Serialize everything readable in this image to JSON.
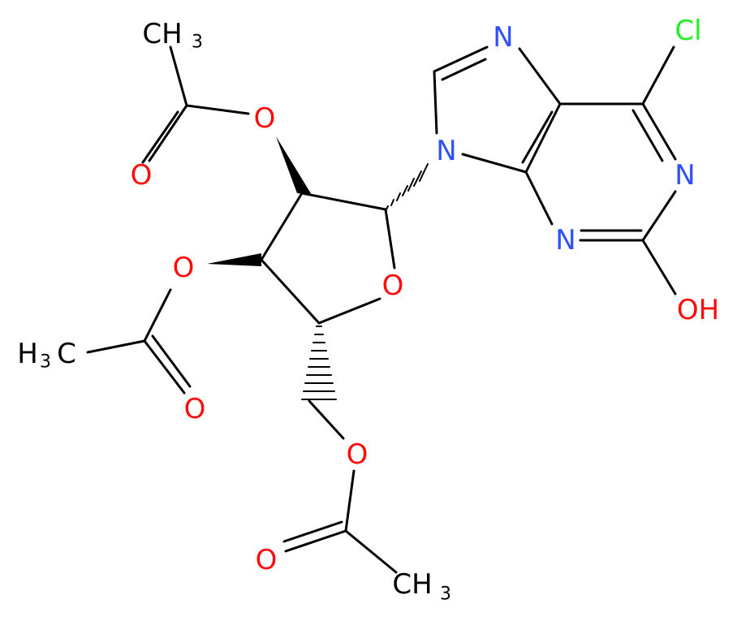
{
  "colors": {
    "bond": "#000000",
    "oxygen": "#ff0d0d",
    "nitrogen": "#3050f8",
    "chlorine": "#1ff01f",
    "carbon": "#000000"
  },
  "atoms": {
    "cl": {
      "text": "Cl",
      "color": "#1ff01f"
    },
    "n1": {
      "text": "N",
      "color": "#3050f8"
    },
    "n3": {
      "text": "N",
      "color": "#3050f8"
    },
    "n7": {
      "text": "N",
      "color": "#3050f8"
    },
    "n9": {
      "text": "N",
      "color": "#3050f8"
    },
    "oh": {
      "text": "OH",
      "color": "#ff0d0d"
    },
    "o_ring": {
      "text": "O",
      "color": "#ff0d0d"
    },
    "o2_ester": {
      "text": "O",
      "color": "#ff0d0d"
    },
    "o2_carbonyl": {
      "text": "O",
      "color": "#ff0d0d"
    },
    "o3_ester": {
      "text": "O",
      "color": "#ff0d0d"
    },
    "o3_carbonyl": {
      "text": "O",
      "color": "#ff0d0d"
    },
    "o5_ester": {
      "text": "O",
      "color": "#ff0d0d"
    },
    "o5_carbonyl": {
      "text": "O",
      "color": "#ff0d0d"
    },
    "ch3_top": {
      "main": "CH",
      "sub": "3",
      "color": "#000000"
    },
    "ch3_left": {
      "main": "H",
      "sub": "3",
      "tail": "C",
      "color": "#000000"
    },
    "ch3_bottom": {
      "main": "CH",
      "sub": "3",
      "color": "#000000"
    }
  }
}
